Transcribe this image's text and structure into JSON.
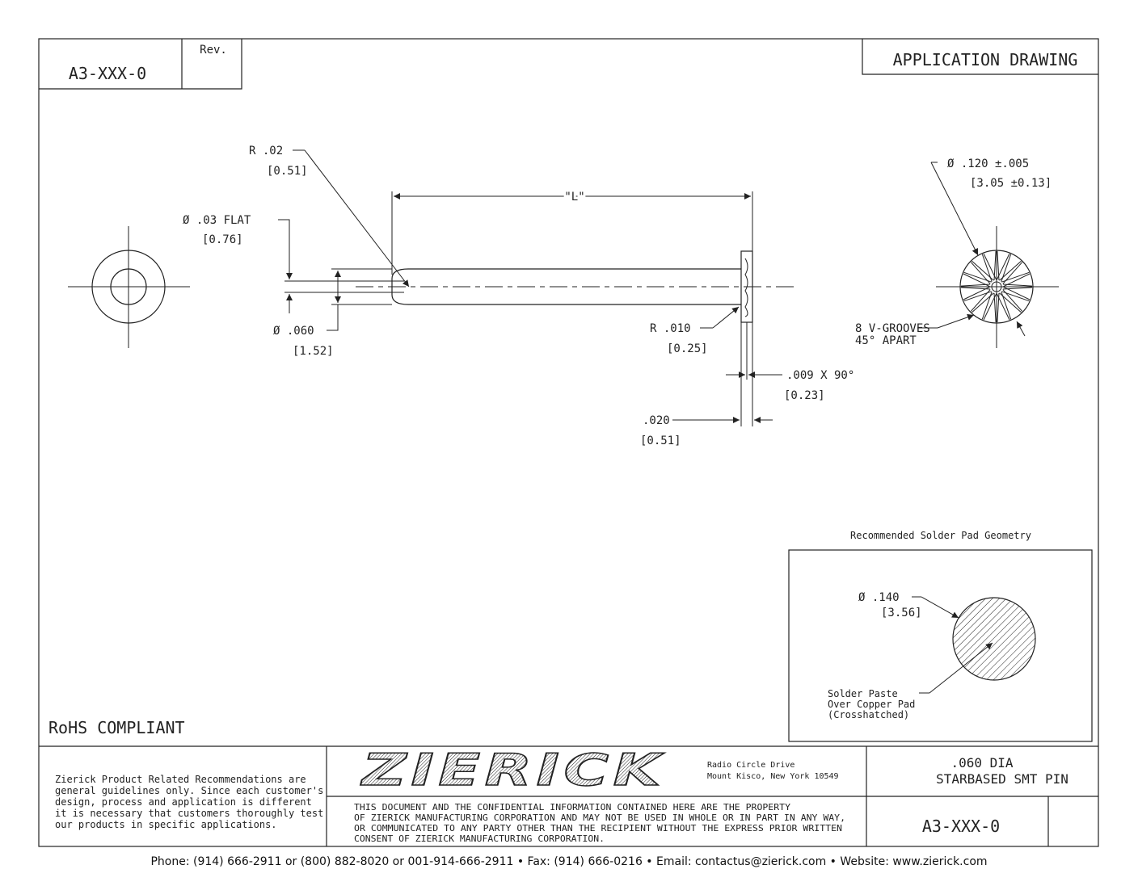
{
  "header": {
    "drawing_number": "A3-XXX-0",
    "rev_label": "Rev.",
    "title": "APPLICATION DRAWING"
  },
  "dimensions": {
    "radius_02": "R .02",
    "radius_02_mm": "[0.51]",
    "length": "\"L\"",
    "flat": "Ø .03   FLAT",
    "flat_mm": "[0.76]",
    "dia_060": "Ø .060",
    "dia_060_mm": "[1.52]",
    "radius_010": "R .010",
    "radius_010_mm": "[0.25]",
    "chamfer": ".009   X 90°",
    "chamfer_mm": "[0.23]",
    "head_thick": ".020",
    "head_thick_mm": "[0.51]",
    "head_dia": "Ø  .120 ±.005",
    "head_dia_mm": "[3.05 ±0.13]",
    "grooves_1": "8 V-GROOVES",
    "grooves_2": "45° APART"
  },
  "solder_pad": {
    "title": "Recommended Solder Pad Geometry",
    "dia": "Ø  .140",
    "dia_mm": "[3.56]",
    "note_1": "Solder Paste",
    "note_2": "Over Copper Pad",
    "note_3": "(Crosshatched)"
  },
  "rohs": "RoHS COMPLIANT",
  "title_block": {
    "disclaimer": [
      "Zierick Product Related Recommendations are",
      "general guidelines only. Since each customer's",
      "design, process and application is different",
      "it is necessary that customers thoroughly test",
      "our products in specific applications."
    ],
    "logo": "ZIERICK",
    "address_1": "Radio Circle Drive",
    "address_2": "Mount Kisco, New York 10549",
    "part_title_1": ".060 DIA",
    "part_title_2": "STARBASED SMT PIN",
    "confidential": [
      "THIS DOCUMENT AND THE CONFIDENTIAL INFORMATION CONTAINED HERE ARE THE PROPERTY",
      "OF ZIERICK MANUFACTURING CORPORATION AND MAY NOT BE USED IN WHOLE OR IN PART IN ANY WAY,",
      "OR COMMUNICATED TO ANY PARTY OTHER THAN THE RECIPIENT WITHOUT THE EXPRESS PRIOR WRITTEN",
      "CONSENT OF ZIERICK MANUFACTURING CORPORATION."
    ],
    "part_number": "A3-XXX-0"
  },
  "footer": "Phone: (914) 666-2911 or (800) 882-8020 or 001-914-666-2911 • Fax: (914) 666-0216 • Email: contactus@zierick.com • Website: www.zierick.com"
}
